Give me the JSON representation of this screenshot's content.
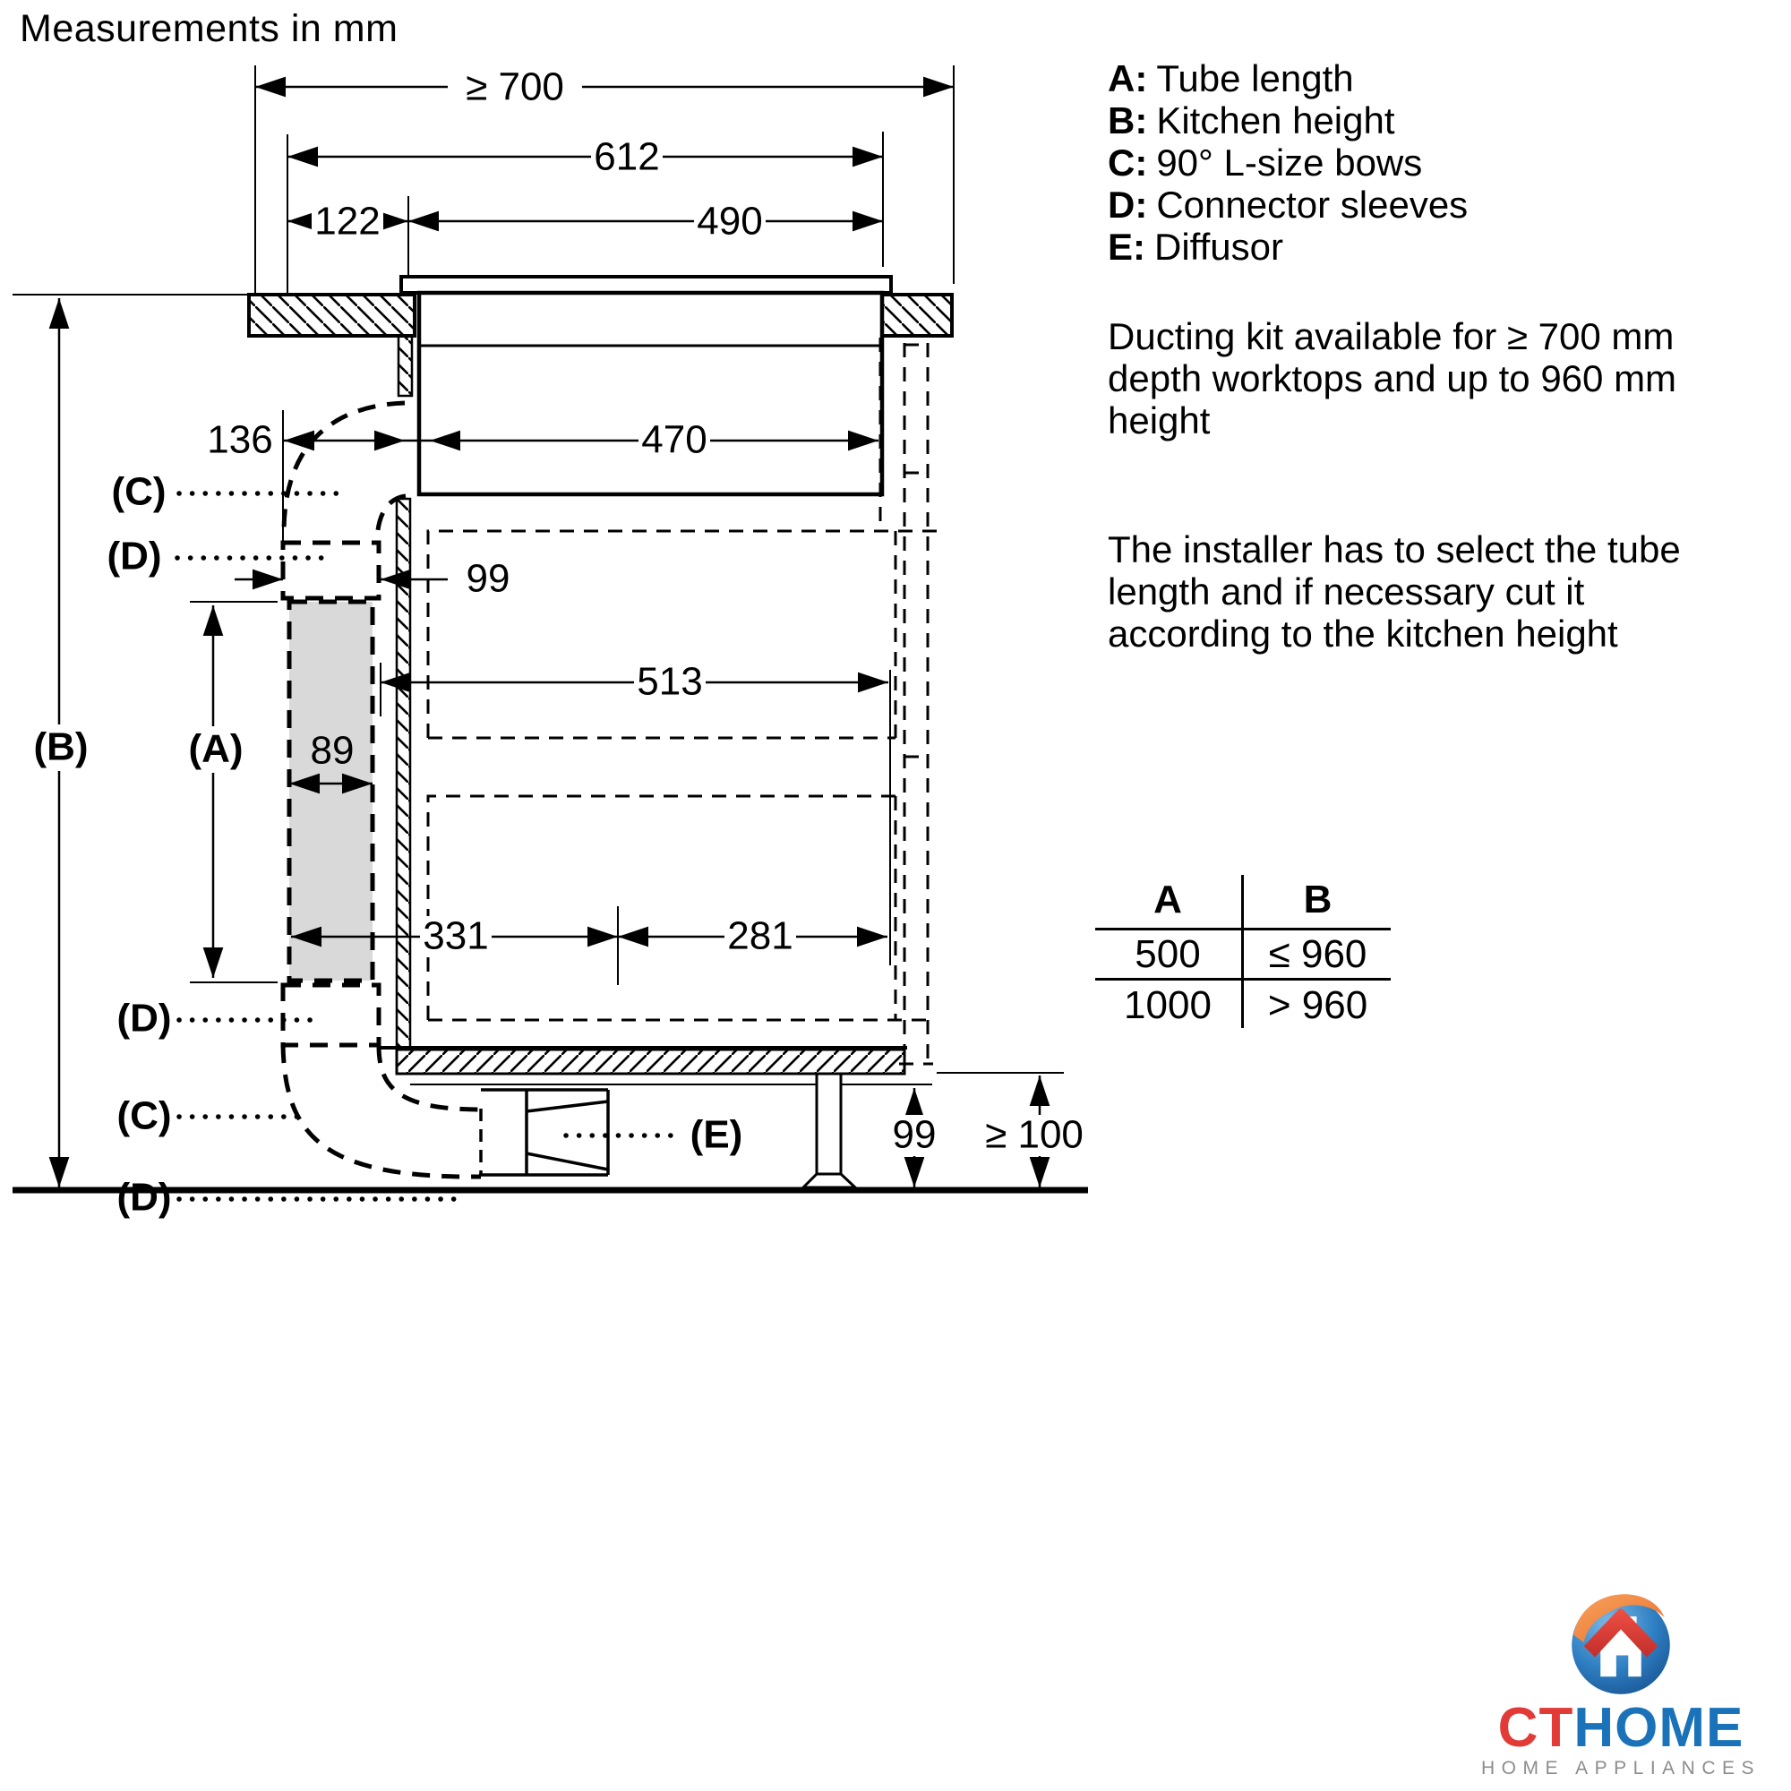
{
  "title": "Measurements in mm",
  "legend": [
    {
      "key": "A:",
      "label": "Tube length"
    },
    {
      "key": "B:",
      "label": "Kitchen height"
    },
    {
      "key": "C:",
      "label": "90° L-size bows"
    },
    {
      "key": "D:",
      "label": "Connector sleeves"
    },
    {
      "key": "E:",
      "label": "Diffusor"
    }
  ],
  "notes": {
    "availability": {
      "line1": "Ducting kit available for ≥ 700 mm",
      "line2": "depth worktops and up to 960 mm",
      "line3": "height"
    },
    "installer": {
      "line1": "The installer has to select the tube",
      "line2": "length and if necessary cut it",
      "line3": "according to the kitchen height"
    }
  },
  "table": {
    "col_a_header": "A",
    "col_b_header": "B",
    "rows": [
      {
        "a": "500",
        "b": "≤ 960"
      },
      {
        "a": "1000",
        "b": "> 960"
      }
    ]
  },
  "dimensions": {
    "worktop_depth": "≥ 700",
    "hob_total_width": "612",
    "left_offset": "122",
    "cutout_width": "490",
    "duct_offset": "136",
    "housing_width": "470",
    "connector_width": "99",
    "cabinet_inner_width": "513",
    "tube_width": "89",
    "front_run": "331",
    "rear_run": "281",
    "plinth_outlet_height": "99",
    "plinth_height": "≥ 100",
    "label_a": "(A)",
    "label_b": "(B)",
    "label_c": "(C)",
    "label_d": "(D)",
    "label_e": "(E)"
  },
  "logo": {
    "brand_red": "CT",
    "brand_blue": "HOME",
    "tagline": "HOME APPLIANCES"
  }
}
